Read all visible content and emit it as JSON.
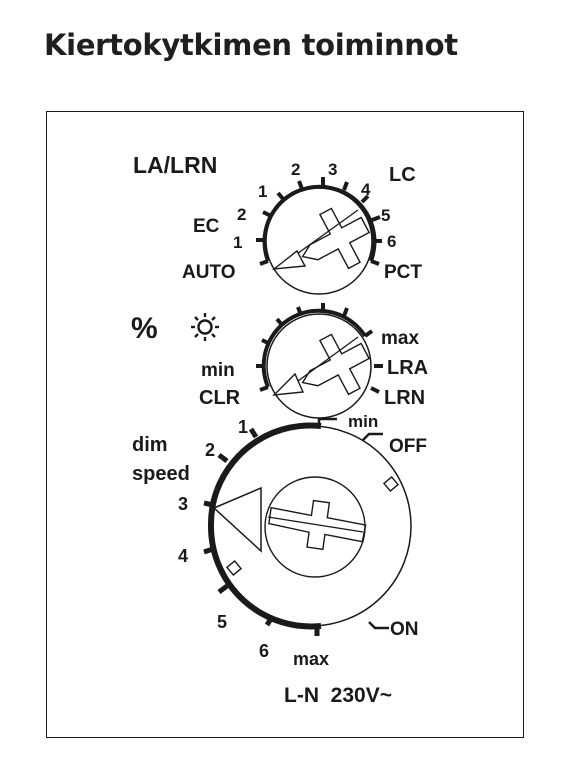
{
  "page": {
    "title": "Kiertokytkimen toiminnot"
  },
  "dial_top": {
    "mode_label": "LA/LRN",
    "right_label": "LC",
    "labels": [
      "1",
      "2",
      "3",
      "4",
      "5",
      "6",
      "PCT",
      "AUTO",
      "1",
      "EC",
      "2"
    ]
  },
  "dial_mid": {
    "percent_label": "%",
    "sun_icon": "sun-brightness-icon",
    "labels": [
      "max",
      "LRA",
      "LRN",
      "CLR",
      "min"
    ]
  },
  "dial_big": {
    "labels": [
      "dim",
      "speed",
      "1",
      "2",
      "3",
      "4",
      "5",
      "6",
      "max",
      "min",
      "OFF",
      "ON"
    ]
  },
  "footer": {
    "voltage": "L-N  230V~"
  }
}
